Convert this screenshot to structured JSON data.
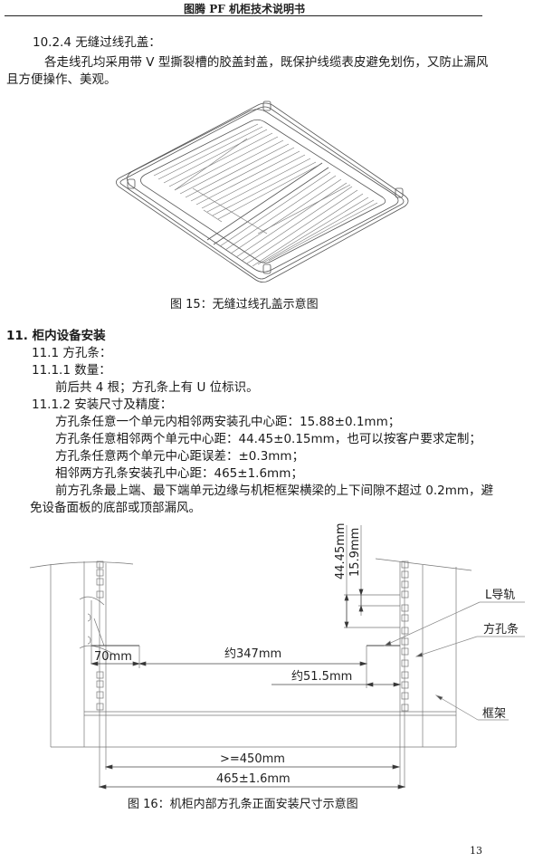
{
  "header": {
    "title": "图腾 PF 机柜技术说明书"
  },
  "section_10_2_4": {
    "heading": "10.2.4  无缝过线孔盖：",
    "paragraph_line1": "各走线孔均采用带 V 型撕裂槽的胶盖封盖，既保护线缆表皮避免划伤，又防止漏风",
    "paragraph_line2": "且方便操作、美观。"
  },
  "figure15": {
    "caption": "图 15：无缝过线孔盖示意图",
    "image_desc": "grommet-cover-isometric-drawing"
  },
  "section_11": {
    "heading": "11. 柜内设备安装",
    "sub_11_1": "11.1 方孔条：",
    "sub_11_1_1": "11.1.1 数量：",
    "quantity_text": "前后共 4 根；方孔条上有 U 位标识。",
    "sub_11_1_2": "11.1.2  安装尺寸及精度：",
    "specs": [
      "方孔条任意一个单元内相邻两安装孔中心距：15.88±0.1mm；",
      "方孔条任意相邻两个单元中心距：44.45±0.15mm，也可以按客户要求定制；",
      "方孔条任意两个单元中心距误差：±0.3mm；",
      "相邻两方孔条安装孔中心距：465±1.6mm；"
    ],
    "gap_line1": "前方孔条最上端、最下端单元边缘与机柜框架横梁的上下间隙不超过 0.2mm，避",
    "gap_line2": "免设备面板的底部或顶部漏风。"
  },
  "figure16": {
    "caption": "图 16：机柜内部方孔条正面安装尺寸示意图",
    "dimensions": {
      "unit_pitch": "44.45mm",
      "hole_pitch": "15.9mm",
      "bracket_width": "70mm",
      "inner_span": "约347mm",
      "right_offset": "约51.5mm",
      "min_opening": ">=450mm",
      "rail_spacing": "465±1.6mm"
    },
    "labels": {
      "l_rail": "L导轨",
      "square_hole_strip": "方孔条",
      "frame": "框架"
    }
  },
  "footer": {
    "page_number": "13"
  }
}
